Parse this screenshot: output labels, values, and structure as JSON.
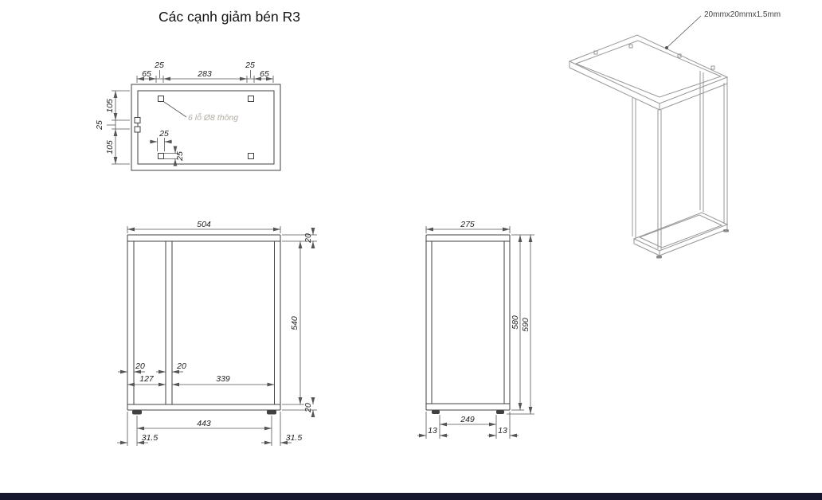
{
  "title": "Các cạnh giảm bén R3",
  "footer_bar_color": "#15152e",
  "iso_view": {
    "annotation": "20mmx20mmx1.5mm"
  },
  "top_view": {
    "note": "6 lỗ Ø8 thông",
    "dims": {
      "left_65": "65",
      "left_25": "25",
      "mid_283": "283",
      "right_25": "25",
      "right_65": "65",
      "v_105_top": "105",
      "v_25": "25",
      "v_105_bottom": "105",
      "hole_x_25": "25",
      "hole_y_25": "25"
    }
  },
  "front_view": {
    "dims": {
      "width_504": "504",
      "top_20": "20",
      "height_540": "540",
      "bottom_20": "20",
      "leg1_20": "20",
      "leg2_20": "20",
      "gap_127": "127",
      "span_339": "339",
      "feet_443": "443",
      "left_31_5": "31.5",
      "right_31_5": "31.5"
    }
  },
  "side_view": {
    "dims": {
      "width_275": "275",
      "height_580": "580",
      "height_590": "590",
      "feet_249": "249",
      "left_13": "13",
      "right_13": "13"
    }
  }
}
